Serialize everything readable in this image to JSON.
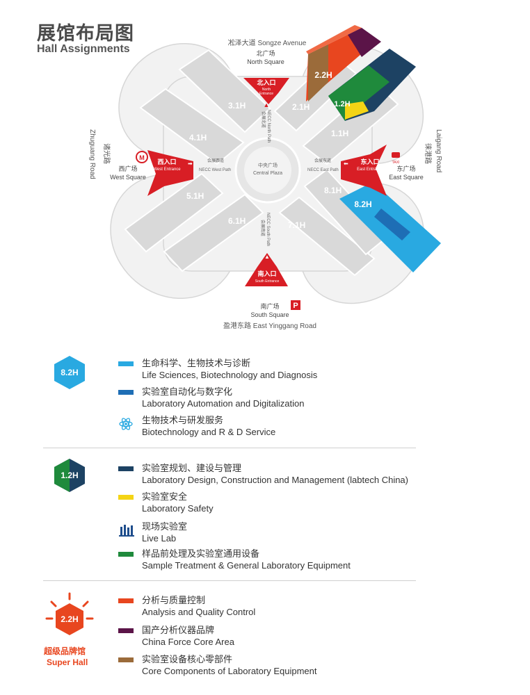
{
  "header": {
    "title_cn": "展馆布局图",
    "title_en": "Hall Assignments"
  },
  "map": {
    "roads": {
      "north": "凇泽大道 Songze Avenue",
      "east_cn": "徕港路",
      "east_en": "Laigang Road",
      "west_cn": "诸光路",
      "west_en": "Zhuguang Road",
      "south": "盈港东路 East Yinggang Road"
    },
    "squares": {
      "north_cn": "北广场",
      "north_en": "North Square",
      "west_cn": "西广场",
      "west_en": "West Square",
      "east_cn": "东广场",
      "east_en": "East Square",
      "south_cn": "南广场",
      "south_en": "South Square",
      "central_cn": "中央广场",
      "central_en": "Central Plaza"
    },
    "entrances": {
      "north_cn": "北入口",
      "north_en1": "North",
      "north_en2": "Entrance",
      "west_cn": "西入口",
      "west_en": "West Entrance",
      "east_cn": "东入口",
      "east_en": "East Entrance",
      "south_cn": "南入口",
      "south_en": "South Entrance"
    },
    "paths": {
      "west_cn": "会展西道",
      "west_en": "NECC West Path",
      "east_cn": "会展东道",
      "east_en": "NECC East Path",
      "north_cn": "会展北道",
      "north_en": "NECC North Path",
      "south_cn": "会展南道",
      "south_en": "NECC South Path"
    },
    "halls": [
      "1.1H",
      "2.1H",
      "3.1H",
      "4.1H",
      "5.1H",
      "6.1H",
      "7.1H",
      "8.1H"
    ],
    "highlighted": {
      "h22": "2.2H",
      "h12": "1.2H",
      "h82": "8.2H"
    },
    "parking": "P",
    "taxi": "TAXI",
    "colors": {
      "orange": "#e8461f",
      "purple": "#5b1448",
      "brown": "#9b6b3a",
      "green": "#1f8a3c",
      "navy": "#1d4263",
      "yellow": "#f4d415",
      "lightblue": "#29a9e1",
      "blue": "#1e6eb5",
      "red": "#d81e25",
      "hall_gray": "#d9d9d9"
    }
  },
  "legend": {
    "h82": {
      "badge": "8.2H",
      "items": [
        {
          "cn": "生命科学、生物技术与诊断",
          "en": "Life Sciences, Biotechnology and Diagnosis",
          "color": "#29a9e1"
        },
        {
          "cn": "实验室自动化与数字化",
          "en": "Laboratory Automation and Digitalization",
          "color": "#1e6eb5"
        },
        {
          "cn": "生物技术与研发服务",
          "en": "Biotechnology and R & D Service",
          "icon": "atom-icon"
        }
      ]
    },
    "h12": {
      "badge": "1.2H",
      "items": [
        {
          "cn": "实验室规划、建设与管理",
          "en": "Laboratory Design, Construction and Management (labtech China)",
          "color": "#1d4263"
        },
        {
          "cn": "实验室安全",
          "en": "Laboratory Safety",
          "color": "#f4d415"
        },
        {
          "cn": "现场实验室",
          "en": "Live Lab",
          "icon": "lab-icon"
        },
        {
          "cn": "样品前处理及实验室通用设备",
          "en": "Sample Treatment & General Laboratory Equipment",
          "color": "#1f8a3c"
        }
      ]
    },
    "h22": {
      "badge": "2.2H",
      "super_cn": "超级品牌馆",
      "super_en": "Super Hall",
      "items": [
        {
          "cn": "分析与质量控制",
          "en": "Analysis and Quality Control",
          "color": "#e8461f"
        },
        {
          "cn": "国产分析仪器品牌",
          "en": "China Force Core Area",
          "color": "#5b1448"
        },
        {
          "cn": "实验室设备核心零部件",
          "en": "Core Components of Laboratory Equipment",
          "color": "#9b6b3a"
        }
      ]
    }
  }
}
